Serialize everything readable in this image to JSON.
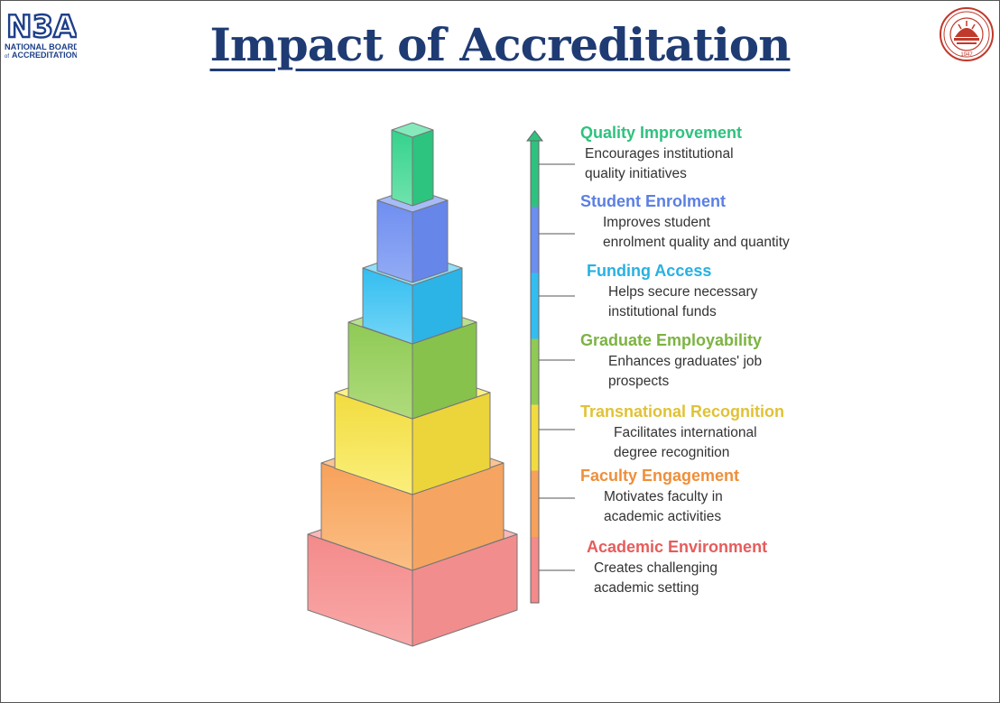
{
  "slide": {
    "title": "Impact of Accreditation"
  },
  "logos": {
    "nba": {
      "mark": "N3A",
      "line1": "NATIONAL BOARD",
      "line2_prefix": "of",
      "line2": "ACCREDITATION"
    },
    "seal": {
      "year": "1947"
    }
  },
  "levels": [
    {
      "title": "Quality Improvement",
      "desc_1": "Encourages institutional",
      "desc_2": "quality initiatives",
      "color": "#2ec27e"
    },
    {
      "title": "Student Enrolment",
      "desc_1": "Improves student",
      "desc_2": "enrolment quality and quantity",
      "color": "#5b7fe3"
    },
    {
      "title": "Funding Access",
      "desc_1": "Helps secure necessary",
      "desc_2": "institutional funds",
      "color": "#28b1e0"
    },
    {
      "title": "Graduate Employability",
      "desc_1": "Enhances graduates' job",
      "desc_2": "prospects",
      "color": "#7cb342"
    },
    {
      "title": "Transnational Recognition",
      "desc_1": "Facilitates international",
      "desc_2": "degree recognition",
      "color": "#e0c234"
    },
    {
      "title": "Faculty Engagement",
      "desc_1": "Motivates faculty in",
      "desc_2": "academic activities",
      "color": "#ee8f3b"
    },
    {
      "title": "Academic Environment",
      "desc_1": "Creates challenging",
      "desc_2": "academic setting",
      "color": "#e65c5c"
    }
  ]
}
